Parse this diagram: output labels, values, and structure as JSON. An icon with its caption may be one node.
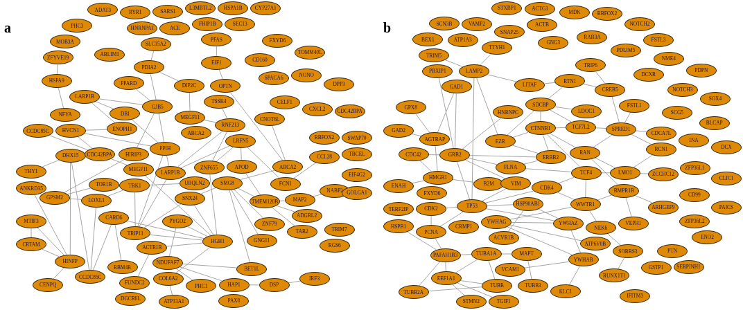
{
  "diagram": {
    "nodes": [
      {
        "text": [
          "ADAT3"
        ]
      },
      {
        "text": [
          "RYR1"
        ]
      },
      {
        "text": [
          "SARS1"
        ]
      },
      {
        "text": [
          "L3MBTL2"
        ]
      },
      {
        "text": [
          "HSPA1B"
        ]
      },
      {
        "text": [
          "CYP27A1"
        ]
      },
      {
        "text": [
          "SEC13"
        ]
      },
      {
        "text": [
          "FXYD6"
        ]
      },
      {
        "text": [
          "TOMM40L"
        ]
      },
      {
        "text": [
          "PHC3"
        ]
      },
      {
        "text": [
          "ABLIM1"
        ]
      },
      {
        "text": [
          "HNRNPA1"
        ]
      },
      {
        "text": [
          "ACE"
        ]
      },
      {
        "text": [
          "FHIP1B"
        ]
      },
      {
        "text": [
          "MOB3A"
        ]
      },
      {
        "text": [
          "PFAS"
        ]
      },
      {
        "text": [
          "CD160"
        ]
      },
      {
        "text": [
          "SPACA6"
        ]
      },
      {
        "text": [
          "NONO"
        ]
      },
      {
        "text": [
          "DPP3"
        ]
      },
      {
        "text": [
          "SLC15A2"
        ]
      },
      {
        "text": [
          "EIF1"
        ]
      },
      {
        "text": [
          "ZFYVE19"
        ]
      },
      {
        "text": [
          "CELF1"
        ]
      },
      {
        "text": [
          "PDIA2"
        ]
      },
      {
        "text": [
          "DIP2C"
        ]
      },
      {
        "text": [
          "OPTN"
        ]
      },
      {
        "text": [
          "CXCL2"
        ]
      },
      {
        "text": [
          "CDC42BPA"
        ]
      },
      {
        "text": [
          "HSPA9"
        ]
      },
      {
        "text": [
          "LARP1B"
        ]
      },
      {
        "text": [
          "PPARD"
        ]
      },
      {
        "text": [
          "GJB5"
        ]
      },
      {
        "text": [
          "DBI"
        ]
      },
      {
        "text": [
          "CCDC85C"
        ]
      },
      {
        "text": [
          "NFYA"
        ]
      },
      {
        "text": [
          "ENOPH1"
        ]
      },
      {
        "text": [
          "HVCN1"
        ]
      },
      {
        "text": [
          "TSSK4"
        ]
      },
      {
        "text": [
          "MEGF11"
        ]
      },
      {
        "text": [
          "CNOT6L"
        ]
      },
      {
        "text": [
          "CCL28"
        ]
      },
      {
        "text": [
          "RBFOX2"
        ]
      },
      {
        "text": [
          "SWAP70"
        ]
      },
      {
        "text": [
          "TBCEL"
        ]
      },
      {
        "text": [
          "ABCA2"
        ]
      },
      {
        "text": [
          "FCN1"
        ]
      },
      {
        "text": [
          "PPIH"
        ]
      },
      {
        "text": [
          "ABCA2"
        ]
      },
      {
        "text": [
          "RNF213"
        ]
      },
      {
        "text": [
          "THY1"
        ]
      },
      {
        "text": [
          "DHX15"
        ]
      },
      {
        "text": [
          "CDC42BPA"
        ]
      },
      {
        "text": [
          "HIRIP3"
        ]
      },
      {
        "text": [
          "LARP1B"
        ]
      },
      {
        "text": [
          "LRFN5"
        ]
      },
      {
        "text": [
          "EIF4G2"
        ]
      },
      {
        "text": [
          "ANKRD35"
        ]
      },
      {
        "text": [
          "NABP2"
        ]
      },
      {
        "text": [
          "GOLGA1"
        ]
      },
      {
        "text": [
          "GPSM2"
        ]
      },
      {
        "text": [
          "MEGF11"
        ]
      },
      {
        "text": [
          "ZNF655"
        ]
      },
      {
        "text": [
          "APOD"
        ]
      },
      {
        "text": [
          "MAP2"
        ]
      },
      {
        "text": [
          "UBQLN2"
        ]
      },
      {
        "text": [
          "LOXL1"
        ]
      },
      {
        "text": [
          "TOR1B"
        ]
      },
      {
        "text": [
          "MTIF3"
        ]
      },
      {
        "text": [
          "HINFP"
        ]
      },
      {
        "text": [
          "CRTAM"
        ]
      },
      {
        "text": [
          "CENPQ"
        ]
      },
      {
        "text": [
          "TBK1"
        ]
      },
      {
        "text": [
          "TRIP11"
        ]
      },
      {
        "text": [
          "CCDC85C"
        ]
      },
      {
        "text": [
          "CARD6"
        ]
      },
      {
        "text": [
          "HGH1"
        ]
      },
      {
        "text": [
          "SNX24"
        ]
      },
      {
        "text": [
          "PYGO2"
        ]
      },
      {
        "text": [
          "SMG8"
        ]
      },
      {
        "text": [
          "ZNF79"
        ]
      },
      {
        "text": [
          "GNG11"
        ]
      },
      {
        "text": [
          "TMEM120B"
        ]
      },
      {
        "text": [
          "ADGRL2"
        ]
      },
      {
        "text": [
          "TAB2"
        ]
      },
      {
        "text": [
          "TRIM7"
        ]
      },
      {
        "text": [
          "RGS6"
        ]
      },
      {
        "text": [
          "RBM4B"
        ]
      },
      {
        "text": [
          "ACTR1B"
        ]
      },
      {
        "text": [
          "FUNDC2"
        ]
      },
      {
        "text": [
          "NDUFAF7"
        ]
      },
      {
        "text": [
          "BET1L"
        ]
      },
      {
        "text": [
          "DGCR6L"
        ]
      },
      {
        "text": [
          "COL6A2"
        ]
      },
      {
        "text": [
          "PHC1"
        ]
      },
      {
        "text": [
          "HAP1"
        ]
      },
      {
        "text": [
          "PAX8"
        ]
      },
      {
        "text": [
          "DSP"
        ]
      },
      {
        "text": [
          "IRF3"
        ]
      },
      {
        "text": [
          "ATP13A1"
        ]
      },
      {
        "text": [
          "STXBP1"
        ]
      },
      {
        "text": [
          "ACTG1"
        ]
      },
      {
        "text": [
          "ACTB"
        ]
      },
      {
        "text": [
          "MDK"
        ]
      },
      {
        "text": [
          "RBFOX2"
        ]
      },
      {
        "text": [
          "NOTCH2"
        ]
      },
      {
        "text": [
          "SCN3B"
        ]
      },
      {
        "text": [
          "VAMP2"
        ]
      },
      {
        "text": [
          "SNAP25"
        ]
      },
      {
        "text": [
          "GNG3"
        ]
      },
      {
        "text": [
          "RAB3A"
        ]
      },
      {
        "text": [
          "FSTL3"
        ]
      },
      {
        "text": [
          "PDLIM5"
        ]
      },
      {
        "text": [
          "NME4"
        ]
      },
      {
        "text": [
          "BEX1"
        ]
      },
      {
        "text": [
          "ATP1A3"
        ]
      },
      {
        "text": [
          "PDPN"
        ]
      },
      {
        "text": [
          "TRIP6"
        ]
      },
      {
        "text": [
          "DCXR"
        ]
      },
      {
        "text": [
          "NOTCH3"
        ]
      },
      {
        "text": [
          "SOX4"
        ]
      },
      {
        "text": [
          "TTYH1"
        ]
      },
      {
        "text": [
          "CREB5"
        ]
      },
      {
        "text": [
          "RTN1"
        ]
      },
      {
        "text": [
          "LITAF"
        ]
      },
      {
        "text": [
          "TRIM5"
        ]
      },
      {
        "text": [
          "LDOC1"
        ]
      },
      {
        "text": [
          "GPX8"
        ]
      },
      {
        "text": [
          "FSTL1"
        ]
      },
      {
        "text": [
          "SCG5"
        ]
      },
      {
        "text": [
          "BLCAP"
        ]
      },
      {
        "text": [
          "PBXIP1"
        ]
      },
      {
        "text": [
          "GAD2"
        ]
      },
      {
        "text": [
          "LAMP2"
        ]
      },
      {
        "text": [
          "SDCBP"
        ]
      },
      {
        "text": [
          "SPRED1"
        ]
      },
      {
        "text": [
          "TCF7L2"
        ]
      },
      {
        "text": [
          "CDCA7L"
        ]
      },
      {
        "text": [
          "GAD1"
        ]
      },
      {
        "text": [
          "INA"
        ]
      },
      {
        "text": [
          "AGTRAP"
        ]
      },
      {
        "text": [
          "EZR"
        ]
      },
      {
        "text": [
          "RCN1"
        ]
      },
      {
        "text": [
          "DCX"
        ]
      },
      {
        "text": [
          "HNRNPC"
        ]
      },
      {
        "text": [
          "CTNNB1"
        ]
      },
      {
        "text": [
          "GRB2"
        ]
      },
      {
        "text": [
          "CDC42"
        ]
      },
      {
        "text": [
          "RAN"
        ]
      },
      {
        "text": [
          "LMO1"
        ]
      },
      {
        "text": [
          "ZFP36L1"
        ]
      },
      {
        "text": [
          "ERBB2"
        ]
      },
      {
        "text": [
          "ZCCHC12"
        ]
      },
      {
        "text": [
          "CLIC1"
        ]
      },
      {
        "text": [
          "HMGB1"
        ]
      },
      {
        "text": [
          "TCF4"
        ]
      },
      {
        "text": [
          "FLNA"
        ]
      },
      {
        "text": [
          "B2M"
        ]
      },
      {
        "text": [
          "ENAH"
        ]
      },
      {
        "text": [
          "FXYD6"
        ]
      },
      {
        "text": [
          "TP53"
        ]
      },
      {
        "text": [
          "VIM"
        ]
      },
      {
        "text": [
          "CDK4"
        ]
      },
      {
        "text": [
          "CD99"
        ]
      },
      {
        "text": [
          "WWTR1"
        ]
      },
      {
        "text": [
          "BMPR1B"
        ]
      },
      {
        "text": [
          "CRMP1"
        ]
      },
      {
        "text": [
          "TERF2IP"
        ]
      },
      {
        "text": [
          "CDK2"
        ]
      },
      {
        "text": [
          "ARHGEF9"
        ]
      },
      {
        "text": [
          "PAICS"
        ]
      },
      {
        "text": [
          "HSPB1"
        ]
      },
      {
        "text": [
          "HSP90AB1"
        ]
      },
      {
        "text": [
          "NEK6"
        ]
      },
      {
        "text": [
          "PCNA"
        ]
      },
      {
        "text": [
          "YWHAG"
        ]
      },
      {
        "text": [
          "YWHAZ"
        ]
      },
      {
        "text": [
          "VEPH1"
        ]
      },
      {
        "text": [
          "ZFP36L2"
        ]
      },
      {
        "text": [
          "PAFAH1B3"
        ]
      },
      {
        "text": [
          "ACVR1B"
        ]
      },
      {
        "text": [
          "ENO2"
        ]
      },
      {
        "text": [
          "MAPT"
        ]
      },
      {
        "text": [
          "SORBS3"
        ]
      },
      {
        "text": [
          "ATP6V0B"
        ]
      },
      {
        "text": [
          "TUBA1A"
        ]
      },
      {
        "text": [
          "YWHAB"
        ]
      },
      {
        "text": [
          "PTN"
        ]
      },
      {
        "text": [
          "TUBB2A"
        ]
      },
      {
        "text": [
          "EEF1A1"
        ]
      },
      {
        "text": [
          "VCAM1"
        ]
      },
      {
        "text": [
          "SERPINH1"
        ]
      },
      {
        "text": [
          "GSTP1"
        ]
      },
      {
        "text": [
          "RUNX1T1"
        ]
      },
      {
        "text": [
          "TUBB"
        ]
      },
      {
        "text": [
          "TUBB3"
        ]
      },
      {
        "text": [
          "KLC1"
        ]
      },
      {
        "text": [
          "STMN2"
        ]
      },
      {
        "text": [
          "TGIF1"
        ]
      },
      {
        "text": [
          "IFITM3"
        ]
      }
    ],
    "edges": [
      {
        "from": 20,
        "to": 24,
        "arrow": "none"
      },
      {
        "from": 15,
        "to": 21,
        "arrow": "none"
      },
      {
        "from": 21,
        "to": 26,
        "arrow": "none"
      },
      {
        "from": 22,
        "to": 29,
        "arrow": "none"
      },
      {
        "from": 29,
        "to": 35,
        "arrow": "none"
      },
      {
        "from": 24,
        "to": 25,
        "arrow": "none"
      },
      {
        "from": 24,
        "to": 32,
        "arrow": "none"
      },
      {
        "from": 25,
        "to": 39,
        "arrow": "none"
      },
      {
        "from": 26,
        "to": 45,
        "arrow": "none"
      },
      {
        "from": 39,
        "to": 49,
        "arrow": "none"
      },
      {
        "from": 38,
        "to": 49,
        "arrow": "none"
      },
      {
        "from": 40,
        "to": 45,
        "arrow": "none"
      },
      {
        "from": 41,
        "to": 46,
        "arrow": "none"
      },
      {
        "from": 46,
        "to": 55,
        "arrow": "none"
      },
      {
        "from": 45,
        "to": 79,
        "arrow": "none"
      },
      {
        "from": 49,
        "to": 54,
        "arrow": "none"
      },
      {
        "from": 49,
        "to": 62,
        "arrow": "none"
      },
      {
        "from": 54,
        "to": 55,
        "arrow": "none"
      },
      {
        "from": 55,
        "to": 62,
        "arrow": "none"
      },
      {
        "from": 55,
        "to": 63,
        "arrow": "none"
      },
      {
        "from": 63,
        "to": 82,
        "arrow": "none"
      },
      {
        "from": 82,
        "to": 64,
        "arrow": "none"
      },
      {
        "from": 64,
        "to": 58,
        "arrow": "none"
      },
      {
        "from": 82,
        "to": 83,
        "arrow": "none"
      },
      {
        "from": 82,
        "to": 84,
        "arrow": "none"
      },
      {
        "from": 82,
        "to": 79,
        "arrow": "none"
      },
      {
        "from": 79,
        "to": 77,
        "arrow": "none"
      },
      {
        "from": 79,
        "to": 80,
        "arrow": "none"
      },
      {
        "from": 79,
        "to": 81,
        "arrow": "none"
      },
      {
        "from": 79,
        "to": 91,
        "arrow": "none"
      },
      {
        "from": 62,
        "to": 76,
        "arrow": "none"
      },
      {
        "from": 47,
        "to": 54,
        "arrow": "none"
      },
      {
        "from": 47,
        "to": 32,
        "arrow": "none"
      },
      {
        "from": 47,
        "to": 37,
        "arrow": "none"
      },
      {
        "from": 47,
        "to": 73,
        "arrow": "none"
      },
      {
        "from": 32,
        "to": 31,
        "arrow": "none"
      },
      {
        "from": 32,
        "to": 30,
        "arrow": "none"
      },
      {
        "from": 32,
        "to": 53,
        "arrow": "none"
      },
      {
        "from": 30,
        "to": 33,
        "arrow": "none"
      },
      {
        "from": 30,
        "to": 36,
        "arrow": "none"
      },
      {
        "from": 33,
        "to": 47,
        "arrow": "none"
      },
      {
        "from": 34,
        "to": 52,
        "arrow": "none"
      },
      {
        "from": 50,
        "to": 51,
        "arrow": "none"
      },
      {
        "from": 51,
        "to": 69,
        "arrow": "none"
      },
      {
        "from": 57,
        "to": 69,
        "arrow": "none"
      },
      {
        "from": 69,
        "to": 68,
        "arrow": "none"
      },
      {
        "from": 69,
        "to": 70,
        "arrow": "none"
      },
      {
        "from": 69,
        "to": 71,
        "arrow": "none"
      },
      {
        "from": 68,
        "to": 70,
        "arrow": "none"
      },
      {
        "from": 36,
        "to": 37,
        "arrow": "none"
      },
      {
        "from": 37,
        "to": 52,
        "arrow": "none"
      },
      {
        "from": 53,
        "to": 60,
        "arrow": "none"
      },
      {
        "from": 60,
        "to": 66,
        "arrow": "none"
      },
      {
        "from": 60,
        "to": 67,
        "arrow": "none"
      },
      {
        "from": 66,
        "to": 72,
        "arrow": "none"
      },
      {
        "from": 66,
        "to": 74,
        "arrow": "none"
      },
      {
        "from": 61,
        "to": 76,
        "arrow": "none"
      },
      {
        "from": 65,
        "to": 72,
        "arrow": "none"
      },
      {
        "from": 72,
        "to": 73,
        "arrow": "none"
      },
      {
        "from": 73,
        "to": 76,
        "arrow": "none"
      },
      {
        "from": 76,
        "to": 88,
        "arrow": "none"
      },
      {
        "from": 76,
        "to": 93,
        "arrow": "none"
      },
      {
        "from": 76,
        "to": 78,
        "arrow": "none"
      },
      {
        "from": 78,
        "to": 90,
        "arrow": "none"
      },
      {
        "from": 90,
        "to": 91,
        "arrow": "none"
      },
      {
        "from": 90,
        "to": 94,
        "arrow": "none"
      },
      {
        "from": 90,
        "to": 95,
        "arrow": "none"
      },
      {
        "from": 95,
        "to": 97,
        "arrow": "none"
      },
      {
        "from": 97,
        "to": 98,
        "arrow": "none"
      },
      {
        "from": 93,
        "to": 99,
        "arrow": "none"
      },
      {
        "from": 75,
        "to": 76,
        "arrow": "none"
      },
      {
        "from": 74,
        "to": 75,
        "arrow": "none"
      },
      {
        "from": 75,
        "to": 87,
        "arrow": "none"
      },
      {
        "from": 77,
        "to": 73,
        "arrow": "none"
      },
      {
        "from": 77,
        "to": 76,
        "arrow": "none"
      },
      {
        "from": 88,
        "to": 89,
        "arrow": "none"
      },
      {
        "from": 52,
        "to": 61,
        "arrow": "none"
      },
      {
        "from": 51,
        "to": 74,
        "arrow": "none"
      },
      {
        "from": 54,
        "to": 73,
        "arrow": "none"
      },
      {
        "from": 117,
        "to": 122,
        "arrow": "none"
      },
      {
        "from": 122,
        "to": 123,
        "arrow": "none"
      },
      {
        "from": 122,
        "to": 135,
        "arrow": "none"
      },
      {
        "from": 123,
        "to": 124,
        "arrow": "none"
      },
      {
        "from": 124,
        "to": 133,
        "arrow": "none"
      },
      {
        "from": 121,
        "to": 133,
        "arrow": "none"
      },
      {
        "from": 125,
        "to": 133,
        "arrow": "none"
      },
      {
        "from": 126,
        "to": 134,
        "arrow": "none"
      },
      {
        "from": 133,
        "to": 141,
        "arrow": "none"
      },
      {
        "from": 141,
        "to": 134,
        "arrow": "none"
      },
      {
        "from": 123,
        "to": 134,
        "arrow": "none"
      },
      {
        "from": 134,
        "to": 136,
        "arrow": "none"
      },
      {
        "from": 134,
        "to": 145,
        "arrow": "none"
      },
      {
        "from": 136,
        "to": 145,
        "arrow": "none"
      },
      {
        "from": 135,
        "to": 136,
        "arrow": "none"
      },
      {
        "from": 135,
        "to": 137,
        "arrow": "none"
      },
      {
        "from": 135,
        "to": 142,
        "arrow": "none"
      },
      {
        "from": 135,
        "to": 148,
        "arrow": "none"
      },
      {
        "from": 128,
        "to": 135,
        "arrow": "none"
      },
      {
        "from": 145,
        "to": 141,
        "arrow": "none"
      },
      {
        "from": 145,
        "to": 148,
        "arrow": "none"
      },
      {
        "from": 145,
        "to": 151,
        "arrow": "none"
      },
      {
        "from": 145,
        "to": 155,
        "arrow": "none"
      },
      {
        "from": 148,
        "to": 149,
        "arrow": "none"
      },
      {
        "from": 148,
        "to": 165,
        "arrow": "none"
      },
      {
        "from": 149,
        "to": 152,
        "arrow": "none"
      },
      {
        "from": 149,
        "to": 155,
        "arrow": "none"
      },
      {
        "from": 149,
        "to": 142,
        "arrow": "none"
      },
      {
        "from": 127,
        "to": 140,
        "arrow": "none"
      },
      {
        "from": 132,
        "to": 140,
        "arrow": "none"
      },
      {
        "from": 140,
        "to": 138,
        "arrow": "none"
      },
      {
        "from": 140,
        "to": 154,
        "arrow": "none"
      },
      {
        "from": 138,
        "to": 146,
        "arrow": "none"
      },
      {
        "from": 131,
        "to": 146,
        "arrow": "none"
      },
      {
        "from": 146,
        "to": 151,
        "arrow": "none"
      },
      {
        "from": 146,
        "to": 156,
        "arrow": "none"
      },
      {
        "from": 146,
        "to": 160,
        "arrow": "none"
      },
      {
        "from": 146,
        "to": 147,
        "arrow": "none"
      },
      {
        "from": 146,
        "to": 144,
        "arrow": "none"
      },
      {
        "from": 146,
        "to": 161,
        "arrow": "none"
      },
      {
        "from": 133,
        "to": 160,
        "arrow": "none"
      },
      {
        "from": 141,
        "to": 151,
        "arrow": "none"
      },
      {
        "from": 151,
        "to": 156,
        "arrow": "none"
      },
      {
        "from": 156,
        "to": 155,
        "arrow": "none"
      },
      {
        "from": 155,
        "to": 162,
        "arrow": "none"
      },
      {
        "from": 155,
        "to": 164,
        "arrow": "none"
      },
      {
        "from": 164,
        "to": 165,
        "arrow": "none"
      },
      {
        "from": 165,
        "to": 169,
        "arrow": "none"
      },
      {
        "from": 165,
        "to": 177,
        "arrow": "none"
      },
      {
        "from": 173,
        "to": 183,
        "arrow": "none"
      },
      {
        "from": 183,
        "to": 193,
        "arrow": "none"
      },
      {
        "from": 158,
        "to": 154,
        "arrow": "none"
      },
      {
        "from": 154,
        "to": 157,
        "arrow": "none"
      },
      {
        "from": 154,
        "to": 147,
        "arrow": "none"
      },
      {
        "from": 160,
        "to": 162,
        "arrow": "none"
      },
      {
        "from": 160,
        "to": 161,
        "arrow": "none"
      },
      {
        "from": 160,
        "to": 168,
        "arrow": "none"
      },
      {
        "from": 160,
        "to": 174,
        "arrow": "none"
      },
      {
        "from": 160,
        "to": 172,
        "arrow": "none"
      },
      {
        "from": 160,
        "to": 176,
        "arrow": "none"
      },
      {
        "from": 168,
        "to": 174,
        "arrow": "none"
      },
      {
        "from": 171,
        "to": 179,
        "arrow": "none"
      },
      {
        "from": 174,
        "to": 179,
        "arrow": "none"
      },
      {
        "from": 179,
        "to": 188,
        "arrow": "none"
      },
      {
        "from": 179,
        "to": 185,
        "arrow": "none"
      },
      {
        "from": 179,
        "to": 189,
        "arrow": "none"
      },
      {
        "from": 172,
        "to": 180,
        "arrow": "none"
      },
      {
        "from": 172,
        "to": 176,
        "arrow": "none"
      },
      {
        "from": 176,
        "to": 175,
        "arrow": "none"
      },
      {
        "from": 175,
        "to": 186,
        "arrow": "none"
      },
      {
        "from": 176,
        "to": 186,
        "arrow": "none"
      },
      {
        "from": 175,
        "to": 184,
        "arrow": "none"
      },
      {
        "from": 175,
        "to": 164,
        "arrow": "none"
      },
      {
        "from": 186,
        "to": 196,
        "arrow": "none"
      },
      {
        "from": 186,
        "to": 190,
        "arrow": "none"
      },
      {
        "from": 182,
        "to": 185,
        "arrow": "none"
      },
      {
        "from": 182,
        "to": 195,
        "arrow": "none"
      },
      {
        "from": 185,
        "to": 189,
        "arrow": "none"
      },
      {
        "from": 185,
        "to": 194,
        "arrow": "none"
      },
      {
        "from": 189,
        "to": 197,
        "arrow": "none"
      },
      {
        "from": 189,
        "to": 198,
        "arrow": "none"
      },
      {
        "from": 189,
        "to": 194,
        "arrow": "none"
      },
      {
        "from": 188,
        "to": 194,
        "arrow": "none"
      },
      {
        "from": 162,
        "to": 164,
        "arrow": "none"
      },
      {
        "from": 173,
        "to": 164,
        "arrow": "none"
      }
    ],
    "labels": [
      "a",
      "b"
    ]
  }
}
